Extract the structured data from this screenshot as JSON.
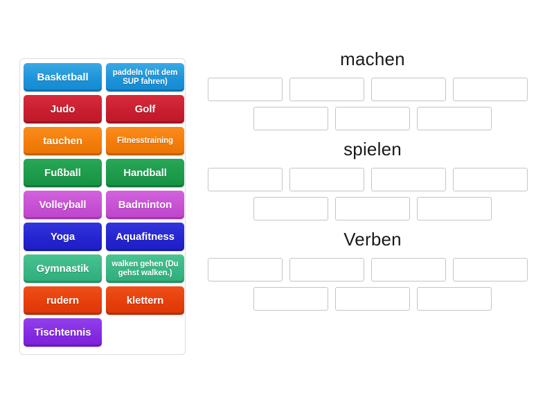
{
  "pool": {
    "name": "sortable-tile-pool",
    "rows": [
      [
        {
          "label": "Basketball",
          "color_name": "blue",
          "color": "#1b92d8",
          "small": false
        },
        {
          "label": "paddeln (mit dem SUP fahren)",
          "color_name": "blue",
          "color": "#1b92d8",
          "small": true
        }
      ],
      [
        {
          "label": "Judo",
          "color_name": "red",
          "color": "#c81d2e",
          "small": false
        },
        {
          "label": "Golf",
          "color_name": "red",
          "color": "#c81d2e",
          "small": false
        }
      ],
      [
        {
          "label": "tauchen",
          "color_name": "orange",
          "color": "#f37c08",
          "small": false
        },
        {
          "label": "Fitnesstraining",
          "color_name": "orange",
          "color": "#f37c08",
          "small": true
        }
      ],
      [
        {
          "label": "Fußball",
          "color_name": "green",
          "color": "#1c9a4a",
          "small": false
        },
        {
          "label": "Handball",
          "color_name": "green",
          "color": "#1c9a4a",
          "small": false
        }
      ],
      [
        {
          "label": "Volleyball",
          "color_name": "orchid",
          "color": "#c64fd2",
          "small": false
        },
        {
          "label": "Badminton",
          "color_name": "orchid",
          "color": "#c64fd2",
          "small": false
        }
      ],
      [
        {
          "label": "Yoga",
          "color_name": "darkblue",
          "color": "#2424cf",
          "small": false
        },
        {
          "label": "Aquafitness",
          "color_name": "darkblue",
          "color": "#2424cf",
          "small": false
        }
      ],
      [
        {
          "label": "Gymnastik",
          "color_name": "mint",
          "color": "#37b583",
          "small": false
        },
        {
          "label": "walken gehen (Du gehst walken.)",
          "color_name": "mint",
          "color": "#37b583",
          "small": true
        }
      ],
      [
        {
          "label": "rudern",
          "color_name": "redorange",
          "color": "#e53d0b",
          "small": false
        },
        {
          "label": "klettern",
          "color_name": "redorange",
          "color": "#e53d0b",
          "small": false
        }
      ],
      [
        {
          "label": "Tischtennis",
          "color_name": "purple",
          "color": "#8429e2",
          "small": false
        },
        {
          "label": "",
          "color_name": "none",
          "color": "",
          "small": false
        }
      ]
    ]
  },
  "categories": [
    {
      "title": "machen",
      "row1_slots": [
        "",
        "",
        "",
        ""
      ],
      "row2_slots": [
        "",
        "",
        ""
      ]
    },
    {
      "title": "spielen",
      "row1_slots": [
        "",
        "",
        "",
        ""
      ],
      "row2_slots": [
        "",
        "",
        ""
      ]
    },
    {
      "title": "Verben",
      "row1_slots": [
        "",
        "",
        "",
        ""
      ],
      "row2_slots": [
        "",
        "",
        ""
      ]
    }
  ],
  "colors": {
    "background": "#ffffff",
    "pool_border": "#dcdcdc",
    "dropzone_border": "#c4c4c4",
    "title_text": "#1a1a1a",
    "tile_text": "#ffffff"
  }
}
